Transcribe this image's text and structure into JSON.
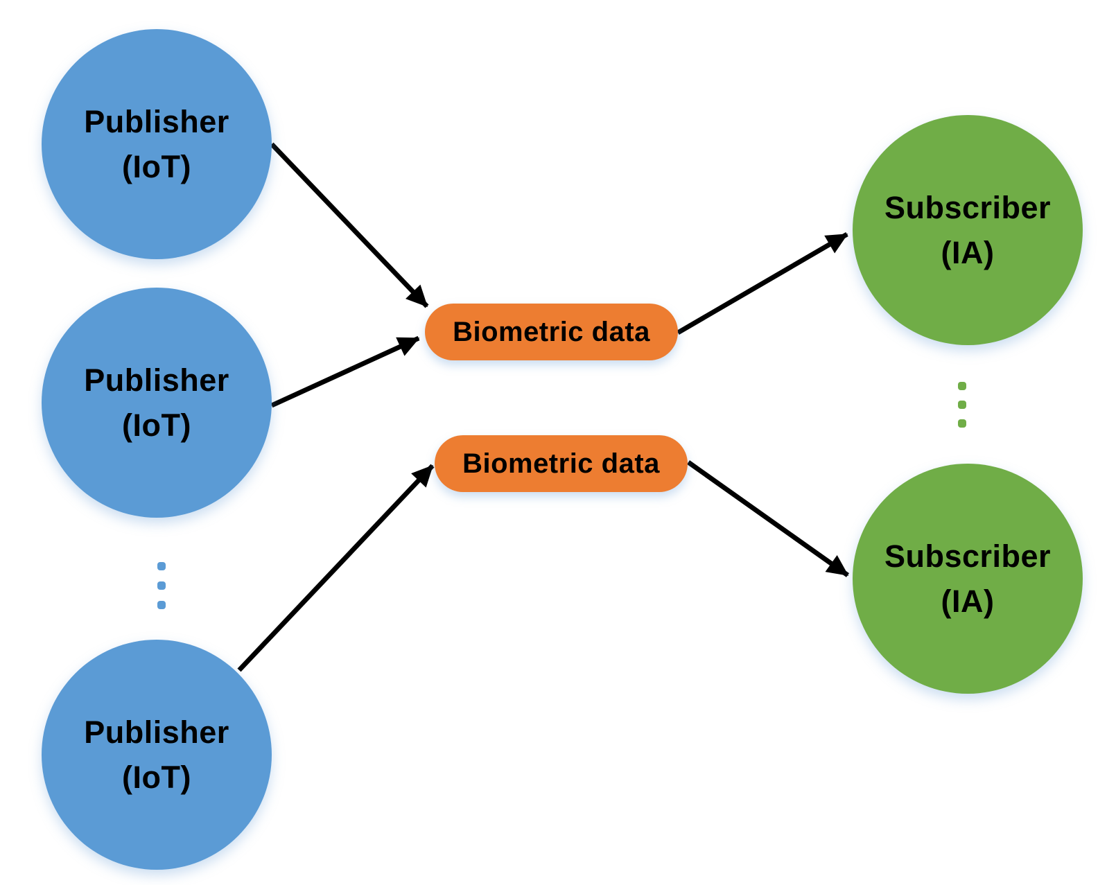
{
  "colors": {
    "publisher_fill": "#5B9BD5",
    "subscriber_fill": "#70AD47",
    "data_box_fill": "#ED7D31",
    "arrow_color": "#000000",
    "label_color": "#000000",
    "background": "#FFFFFF"
  },
  "icons": {
    "publisher_more": "vertical-ellipsis-dots",
    "subscriber_more": "vertical-ellipsis-dots"
  },
  "nodes": {
    "publishers": [
      {
        "id": "publisher-1",
        "line1": "Publisher",
        "line2": "(IoT)"
      },
      {
        "id": "publisher-2",
        "line1": "Publisher",
        "line2": "(IoT)"
      },
      {
        "id": "publisher-3",
        "line1": "Publisher",
        "line2": "(IoT)"
      }
    ],
    "data_boxes": [
      {
        "id": "biometric-data-1",
        "label": "Biometric data"
      },
      {
        "id": "biometric-data-2",
        "label": "Biometric data"
      }
    ],
    "subscribers": [
      {
        "id": "subscriber-1",
        "line1": "Subscriber",
        "line2": "(IA)"
      },
      {
        "id": "subscriber-2",
        "line1": "Subscriber",
        "line2": "(IA)"
      }
    ]
  },
  "edges": [
    {
      "from": "publisher-1",
      "to": "biometric-data-1"
    },
    {
      "from": "publisher-2",
      "to": "biometric-data-1"
    },
    {
      "from": "publisher-3",
      "to": "biometric-data-2"
    },
    {
      "from": "biometric-data-1",
      "to": "subscriber-1"
    },
    {
      "from": "biometric-data-2",
      "to": "subscriber-2"
    }
  ]
}
